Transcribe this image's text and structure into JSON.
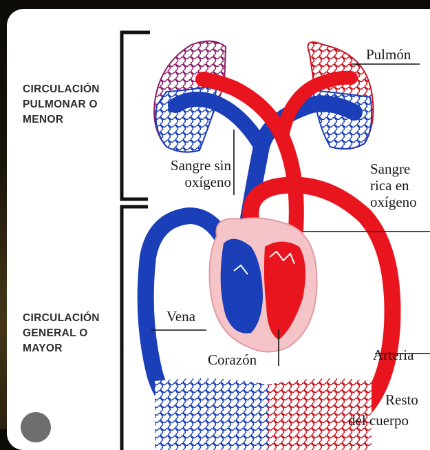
{
  "labels": {
    "pulmonar_line1": "CIRCULACIÓN",
    "pulmonar_line2": "PULMONAR O",
    "pulmonar_line3": "MENOR",
    "general_line1": "CIRCULACIÓN",
    "general_line2": "GENERAL O",
    "general_line3": "MAYOR",
    "pulmon": "Pulmón",
    "sangre_sin_1": "Sangre sin",
    "sangre_sin_2": "oxígeno",
    "sangre_rica_1": "Sangre",
    "sangre_rica_2": "rica en",
    "sangre_rica_3": "oxígeno",
    "vena": "Vena",
    "corazon": "Corazón",
    "arteria": "Arteria",
    "resto_1": "Resto",
    "resto_2": "del cuerpo"
  },
  "colors": {
    "oxygenated": "#e8141e",
    "deoxygenated": "#1a3fb8",
    "pericardium": "#f4c4c8",
    "bracket": "#111111"
  }
}
